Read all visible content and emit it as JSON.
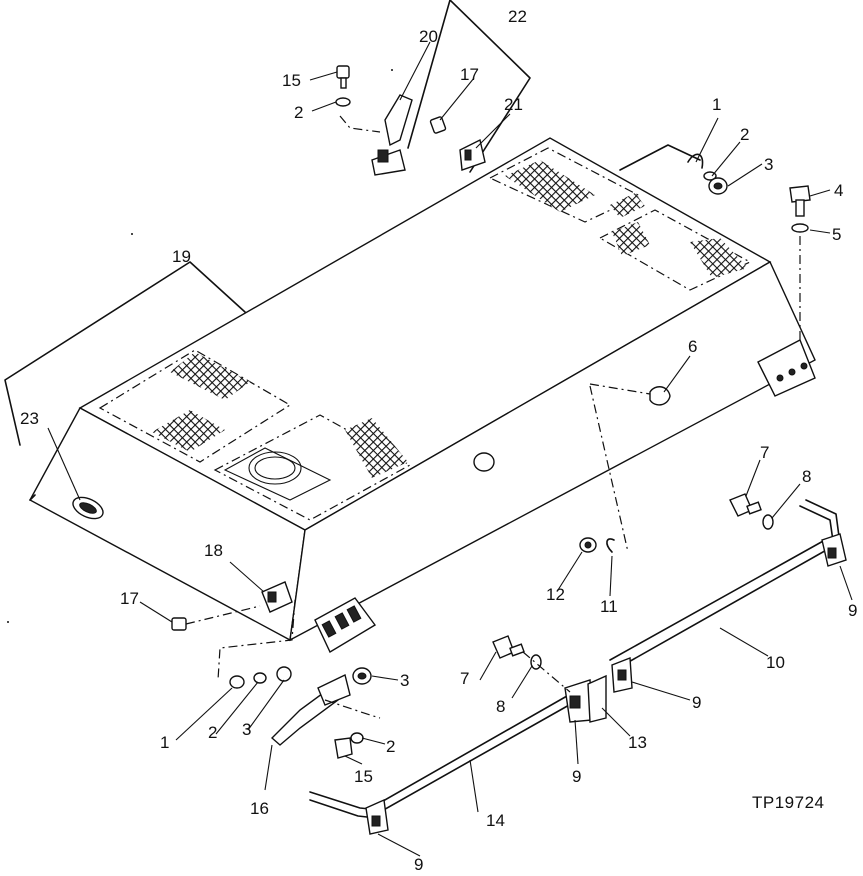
{
  "figure_code": "TP19724",
  "callouts": [
    "1",
    "2",
    "3",
    "4",
    "5",
    "6",
    "7",
    "8",
    "9",
    "10",
    "11",
    "12",
    "13",
    "14",
    "15",
    "16",
    "17",
    "18",
    "19",
    "20",
    "21",
    "22",
    "23"
  ]
}
